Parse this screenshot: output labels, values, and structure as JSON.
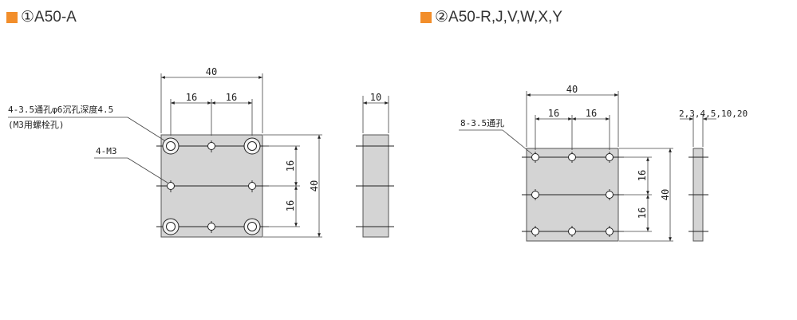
{
  "titles": {
    "left": "①A50-A",
    "right": "②A50-R,J,V,W,X,Y"
  },
  "left_view": {
    "dim_width": "40",
    "dim_hole_spacing_1": "16",
    "dim_hole_spacing_2": "16",
    "dim_height": "40",
    "dim_v_spacing_1": "16",
    "dim_v_spacing_2": "16",
    "note_counterbore_line1": "4-3.5通孔φ6沉孔深度4.5",
    "note_counterbore_line2": "(M3用螺栓孔)",
    "note_tapped": "4-M3",
    "side_thickness": "10"
  },
  "right_view": {
    "dim_width": "40",
    "dim_hole_spacing_1": "16",
    "dim_hole_spacing_2": "16",
    "dim_height": "40",
    "dim_v_spacing_1": "16",
    "dim_v_spacing_2": "16",
    "note_through": "8-3.5通孔",
    "side_thickness": "2,3,4,5,10,20"
  },
  "colors": {
    "accent": "#f28e2b",
    "plate": "#d4d4d4"
  }
}
